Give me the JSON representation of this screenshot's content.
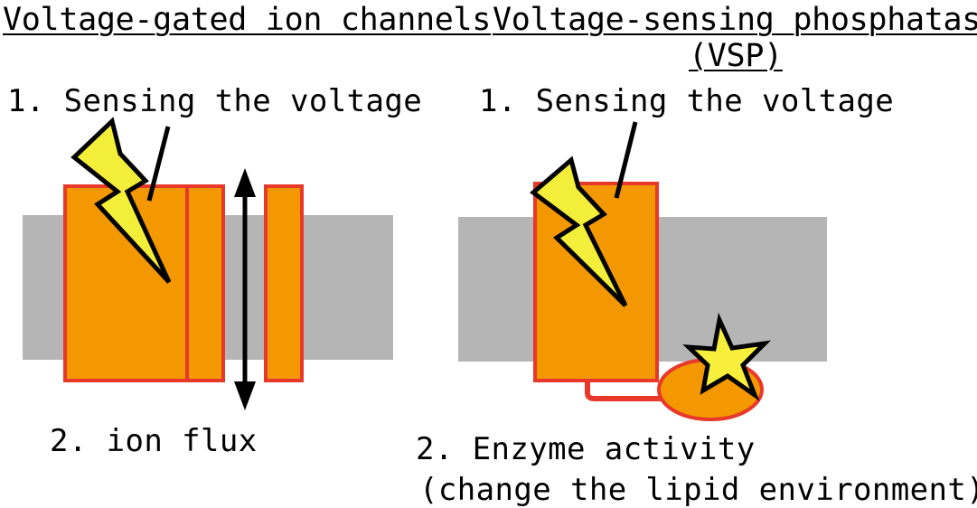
{
  "left_panel": {
    "title": "Voltage-gated ion channels",
    "step1": "1. Sensing the voltage",
    "step2": "2. ion flux"
  },
  "right_panel": {
    "title": "Voltage-sensing phosphatase",
    "title_abbrev": "(VSP)",
    "step1": "1. Sensing the voltage",
    "step2": "2. Enzyme activity",
    "step2_note": "(change the lipid environment)"
  },
  "colors": {
    "membrane": "#b5b5b5",
    "protein_fill": "#f39800",
    "protein_outline": "#e8382a",
    "lightning": "#f2ee3a",
    "star": "#f7ef3c",
    "ink": "#000000"
  },
  "icons": [
    "lightning-bolt-icon",
    "double-arrow-icon",
    "star-icon"
  ]
}
